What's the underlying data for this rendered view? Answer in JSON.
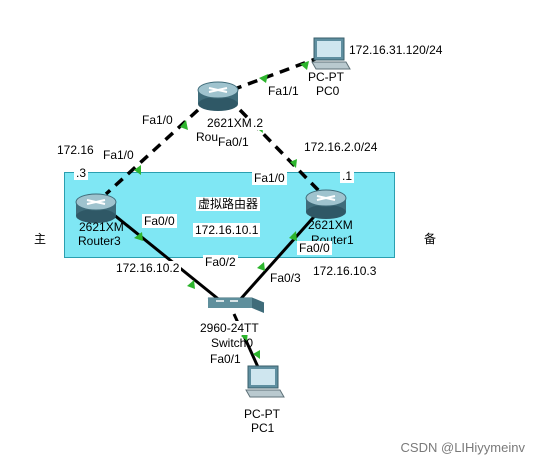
{
  "vrrp_group": {
    "label": "虚拟路由器",
    "virtual_ip": "172.16.10.1"
  },
  "sides": {
    "master": "主",
    "backup": "备"
  },
  "devices": {
    "router_top": {
      "model": "2621XM",
      "name_partial": "Rou"
    },
    "router3": {
      "model": "2621XM",
      "name": "Router3"
    },
    "router1": {
      "model": "2621XM",
      "name_partial": "Router1"
    },
    "pc0": {
      "type": "PC-PT",
      "name": "PC0"
    },
    "pc1": {
      "type": "PC-PT",
      "name": "PC1"
    },
    "switch0": {
      "model": "2960-24TT",
      "name": "Switch0"
    }
  },
  "labels": {
    "pc0_net": "172.16.31.120/24",
    "top_fa11": "Fa1/1",
    "top_fa10": "Fa1/0",
    "top_fa01": "Fa0/1",
    "top_dot2": ".2",
    "net_left_partial": "172.16",
    "r3_fa10": "Fa1/0",
    "r3_dot3": ".3",
    "net_right": "172.16.2.0/24",
    "r1_fa10": "Fa1/0",
    "r1_dot1": ".1",
    "r3_fa00": "Fa0/0",
    "r1_fa00": "Fa0/0",
    "r3_ip": "172.16.10.2",
    "r1_ip": "172.16.10.3",
    "sw_fa02": "Fa0/2",
    "sw_fa03": "Fa0/3",
    "sw_fa01": "Fa0/1"
  },
  "watermark": "CSDN @LIHiyymeinv",
  "colors": {
    "vrrp_fill": "#7fe7f4",
    "link_up": "#2db52d",
    "cable": "#000000"
  },
  "icons": {
    "router": "router-icon",
    "switch": "switch-icon",
    "pc": "pc-icon"
  }
}
